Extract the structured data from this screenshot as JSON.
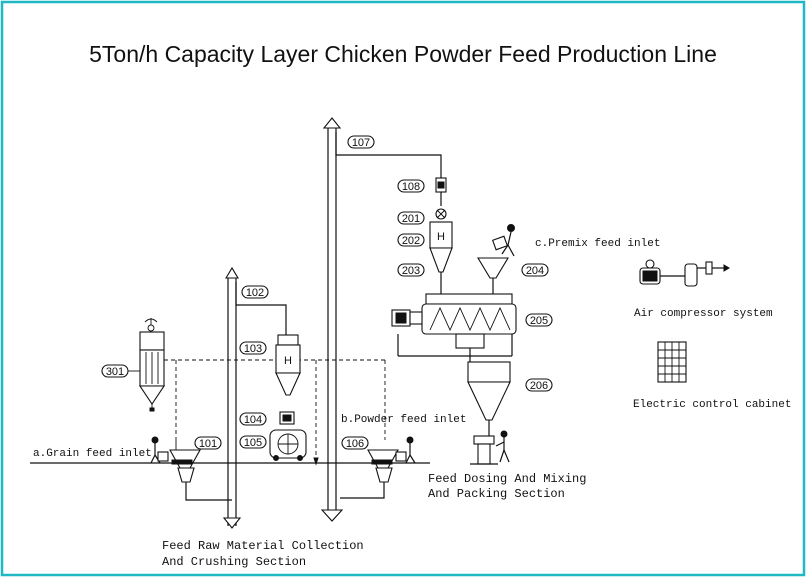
{
  "title": "5Ton/h Capacity Layer Chicken Powder Feed Production Line",
  "colors": {
    "border": "#1fb8c4",
    "lines": "#111111"
  },
  "equipment_tags": {
    "t101": "101",
    "t102": "102",
    "t103": "103",
    "t104": "104",
    "t105": "105",
    "t106": "106",
    "t107": "107",
    "t108": "108",
    "t201": "201",
    "t202": "202",
    "t203": "203",
    "t204": "204",
    "t205": "205",
    "t206": "206",
    "t301": "301"
  },
  "hammer_label": "H",
  "inlets": {
    "grain": "a.Grain feed inlet",
    "powder": "b.Powder feed inlet",
    "premix": "c.Premix feed inlet"
  },
  "sections": {
    "crushing_line1": "Feed Raw Material Collection",
    "crushing_line2": "And Crushing Section",
    "mixing_line1": "Feed Dosing And Mixing",
    "mixing_line2": "And Packing Section"
  },
  "legend": {
    "air": "Air compressor system",
    "cabinet": "Electric control cabinet"
  }
}
